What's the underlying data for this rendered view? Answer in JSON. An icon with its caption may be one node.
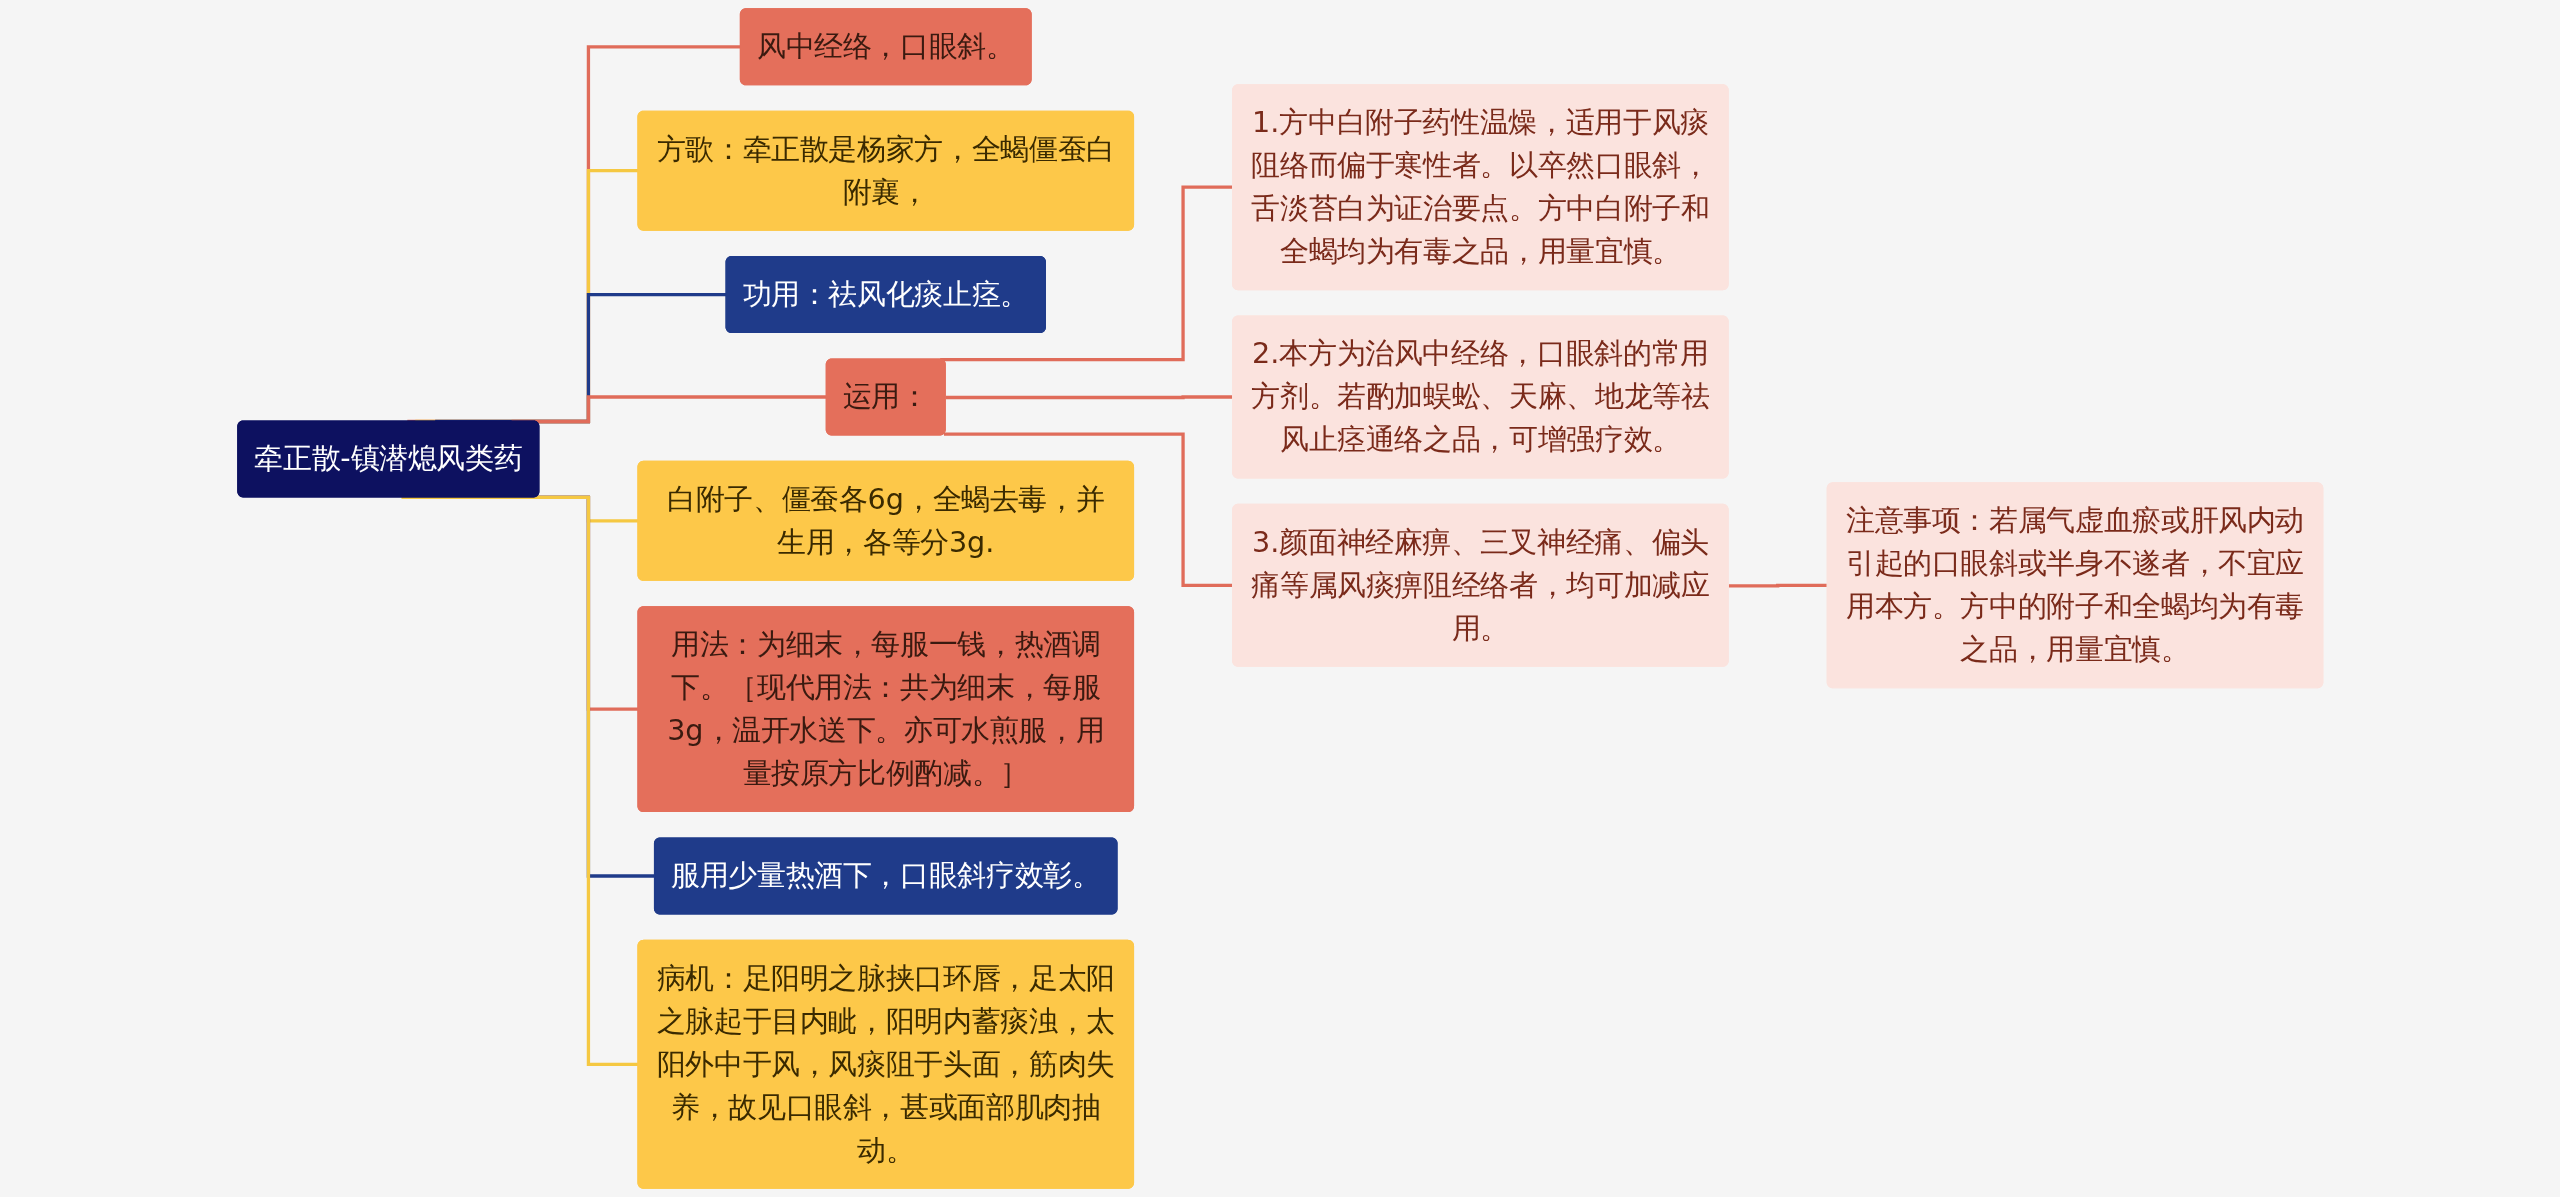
{
  "diagram": {
    "nodes": [
      {
        "text": [
          "牵正散-镇潜熄风类药"
        ]
      },
      {
        "text": [
          "风中经络，口眼斜。"
        ]
      },
      {
        "text": [
          "方歌：牵正散是杨家方，全蝎僵蚕白附襄，"
        ]
      },
      {
        "text": [
          "功用：祛风化痰止痉。"
        ]
      },
      {
        "text": [
          "运用："
        ]
      },
      {
        "text": [
          "1.方中白附子药性温燥，适用于风痰阻络而偏于寒性者。以卒然口眼斜，舌淡苔白为证治要点。方中白附子和全蝎均为有毒之品，用量宜慎。"
        ]
      },
      {
        "text": [
          "2.本方为治风中经络，口眼斜的常用方剂。若酌加蜈蚣、天麻、地龙等祛风止痉通络之品，可增强疗效。"
        ]
      },
      {
        "text": [
          "3.颜面神经麻痹、三叉神经痛、偏头痛等属风痰痹阻经络者，均可加减应用。"
        ]
      },
      {
        "text": [
          "注意事项：若属气虚血瘀或肝风内动引起的口眼斜或半身不遂者，不宜应用本方。方中的附子和全蝎均为有毒之品，用量宜慎。"
        ]
      },
      {
        "text": [
          "白附子、僵蚕各6g，全蝎去毒，并生用，各等分3g."
        ]
      },
      {
        "text": [
          "用法：为细末，每服一钱，热酒调下。［现代用法：共为细末，每服3g，温开水送下。亦可水煎服，用量按原方比例酌减。］"
        ]
      },
      {
        "text": [
          "服用少量热酒下，口眼斜疗效彰。"
        ]
      },
      {
        "text": [
          "病机：足阳明之脉挟口环唇，足太阳之脉起于目内眦，阳明内蓄痰浊，太阳外中于风，风痰阻于头面，筋肉失养，故见口眼斜，甚或面部肌肉抽动。"
        ]
      }
    ],
    "edges": [
      {
        "from": 0,
        "to": 1,
        "arrow": "none"
      },
      {
        "from": 0,
        "to": 2,
        "arrow": "none",
        "color": "#f5c842"
      },
      {
        "from": 0,
        "to": 3,
        "arrow": "none",
        "color": "#1f3b8a"
      },
      {
        "from": 0,
        "to": 4,
        "arrow": "none"
      },
      {
        "from": 4,
        "to": 5,
        "arrow": "none"
      },
      {
        "from": 4,
        "to": 6,
        "arrow": "none"
      },
      {
        "from": 4,
        "to": 7,
        "arrow": "none"
      },
      {
        "from": 7,
        "to": 8,
        "arrow": "none"
      },
      {
        "from": 0,
        "to": 9,
        "arrow": "none",
        "color": "#f5c842"
      },
      {
        "from": 0,
        "to": 10,
        "arrow": "none"
      },
      {
        "from": 0,
        "to": 11,
        "arrow": "none",
        "color": "#1f3b8a"
      },
      {
        "from": 0,
        "to": 12,
        "arrow": "none",
        "color": "#f5c842"
      }
    ]
  }
}
